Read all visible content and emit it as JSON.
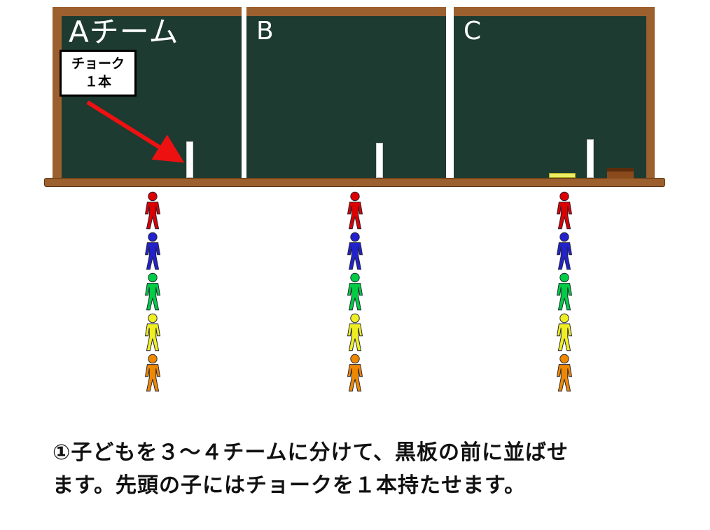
{
  "boards": [
    {
      "label": "Aチーム"
    },
    {
      "label": "B"
    },
    {
      "label": "C"
    }
  ],
  "callout": {
    "line1": "チョーク",
    "line2": "１本"
  },
  "teams": [
    {
      "board": "A",
      "members": [
        "red",
        "blue",
        "green",
        "yellow",
        "orange"
      ]
    },
    {
      "board": "B",
      "members": [
        "red",
        "blue",
        "green",
        "yellow",
        "orange"
      ]
    },
    {
      "board": "C",
      "members": [
        "red",
        "blue",
        "green",
        "yellow",
        "orange"
      ]
    }
  ],
  "palette": {
    "red": "#dd0000",
    "blue": "#2222cc",
    "green": "#00cc44",
    "yellow": "#eeee22",
    "orange": "#ee8800",
    "board-green": "#1d3b31",
    "frame-brown": "#9c5f2e",
    "arrow-red": "#ee1111",
    "chalk-white": "#ffffff",
    "chalk-yellow": "#eeee66",
    "eraser-brown": "#8a4a1b"
  },
  "caption": {
    "line1": "①子どもを３〜４チームに分けて、黒板の前に並ばせ",
    "line2": "ます。先頭の子にはチョークを１本持たせます。"
  }
}
